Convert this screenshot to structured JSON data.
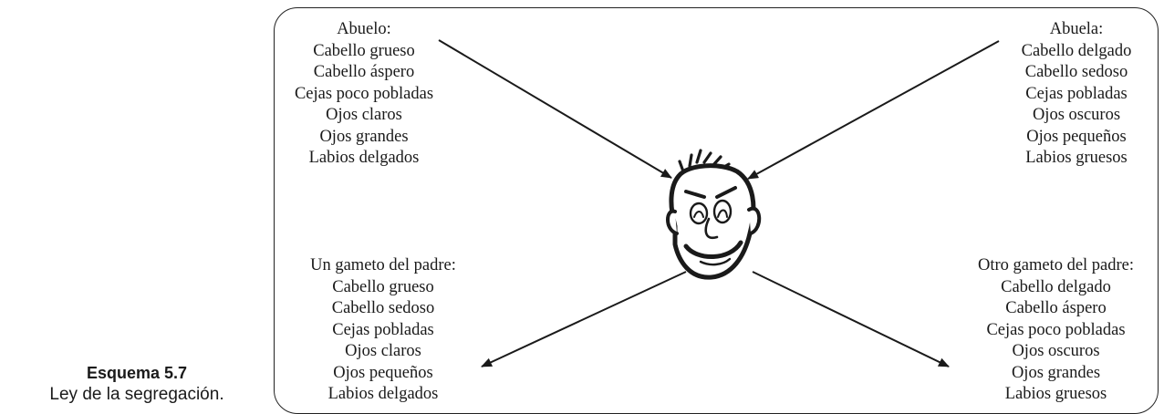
{
  "caption": {
    "number": "Esquema 5.7",
    "text": "Ley de la segregación."
  },
  "blocks": {
    "abuelo": {
      "title": "Abuelo:",
      "traits": [
        "Cabello grueso",
        "Cabello áspero",
        "Cejas poco pobladas",
        "Ojos claros",
        "Ojos grandes",
        "Labios delgados"
      ]
    },
    "abuela": {
      "title": "Abuela:",
      "traits": [
        "Cabello delgado",
        "Cabello sedoso",
        "Cejas pobladas",
        "Ojos oscuros",
        "Ojos pequeños",
        "Labios gruesos"
      ]
    },
    "padre1": {
      "title": "Un gameto del padre:",
      "traits": [
        "Cabello grueso",
        "Cabello sedoso",
        "Cejas pobladas",
        "Ojos claros",
        "Ojos pequeños",
        "Labios delgados"
      ]
    },
    "padre2": {
      "title": "Otro gameto del padre:",
      "traits": [
        "Cabello delgado",
        "Cabello áspero",
        "Cejas poco pobladas",
        "Ojos oscuros",
        "Ojos grandes",
        "Labios gruesos"
      ]
    }
  },
  "face_icon": "cartoon-face-icon",
  "colors": {
    "ink": "#1a1a1a",
    "background": "#ffffff"
  }
}
